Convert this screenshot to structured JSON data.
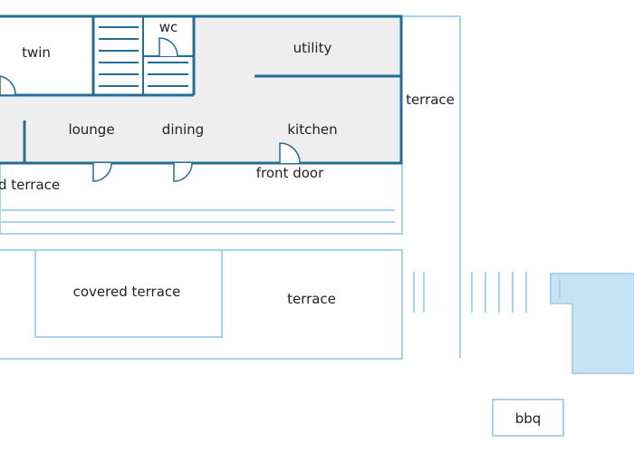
{
  "colors": {
    "wall": "#236d96",
    "floor": "#eeeeee",
    "outdoor_outline": "#a8d3ea",
    "pool": "#c5e3f4",
    "background": "#ffffff"
  },
  "rooms": {
    "twin": "twin",
    "wc": "wc",
    "utility": "utility",
    "lounge": "lounge",
    "dining": "dining",
    "kitchen": "kitchen",
    "front_door": "front door"
  },
  "outdoor": {
    "side_terrace": "terrace",
    "covered_terrace_partial": "d terrace",
    "covered_terrace": "covered terrace",
    "front_terrace": "terrace",
    "bbq": "bbq"
  },
  "icons": [
    "door-swing-icon",
    "stair-icon",
    "pool-shape"
  ]
}
